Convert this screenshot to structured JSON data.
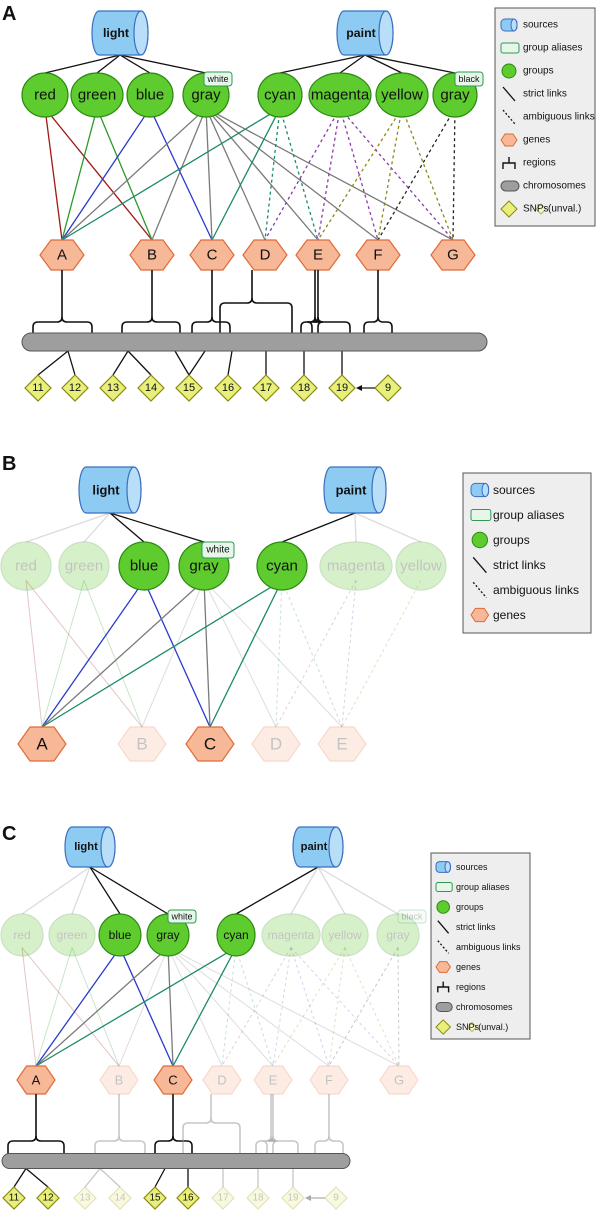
{
  "panel_labels": [
    "A",
    "B",
    "C"
  ],
  "sources": [
    "light",
    "paint"
  ],
  "groups": [
    "red",
    "green",
    "blue",
    "gray",
    "cyan",
    "magenta",
    "yellow",
    "gray"
  ],
  "aliases": {
    "white": "white",
    "black": "black"
  },
  "genes": [
    "A",
    "B",
    "C",
    "D",
    "E",
    "F",
    "G"
  ],
  "snps": [
    "11",
    "12",
    "13",
    "14",
    "15",
    "16",
    "17",
    "18",
    "19",
    "9"
  ],
  "legend": {
    "sources": "sources",
    "group_aliases": "group aliases",
    "groups": "groups",
    "strict_links": "strict links",
    "ambiguous_links": "ambiguous links",
    "genes": "genes",
    "regions": "regions",
    "chromosomes": "chromosomes",
    "snps": "SNPs",
    "unval": "(unval.)"
  },
  "colors": {
    "red": "#a01818",
    "green": "#2a9a2a",
    "blue": "#2a3acc",
    "gray": "#7a7a7a",
    "cyan": "#1a8a6a",
    "magenta": "#8a3aaa",
    "yellow": "#8a8a1a",
    "black": "#222222",
    "source_fill": "#8ecbf2",
    "group_fill": "#5ecb2e",
    "gene_fill": "#f6b896",
    "snp_fill": "#e8ef7a",
    "chrom_fill": "#9e9e9e"
  }
}
